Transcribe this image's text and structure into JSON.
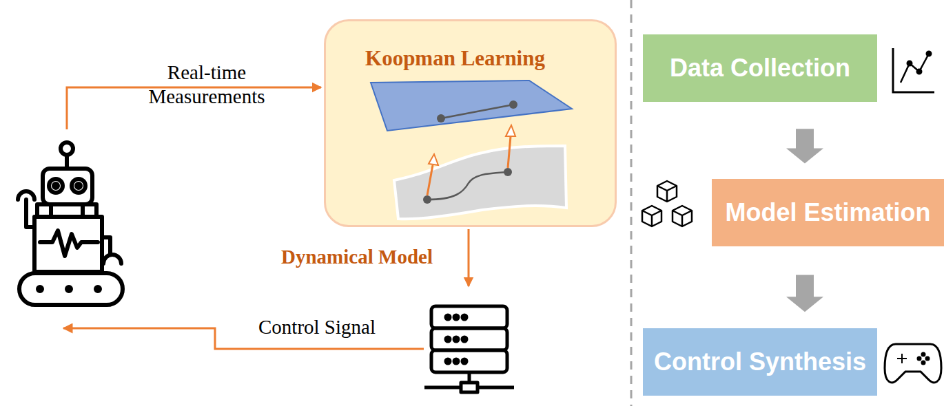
{
  "diagram": {
    "nodes": [
      {
        "text": [
          "Koopman Learning"
        ]
      },
      {
        "text": [
          "Data Collection"
        ]
      },
      {
        "text": [
          "Model Estimation"
        ]
      },
      {
        "text": [
          "Control Synthesis"
        ]
      }
    ],
    "edges": [
      {
        "from": 1,
        "to": 2,
        "arrow": "to"
      },
      {
        "from": 2,
        "to": 3,
        "arrow": "to"
      }
    ],
    "labels": [
      "Real-time Measurements",
      "Dynamical Model",
      "Control Signal"
    ]
  }
}
